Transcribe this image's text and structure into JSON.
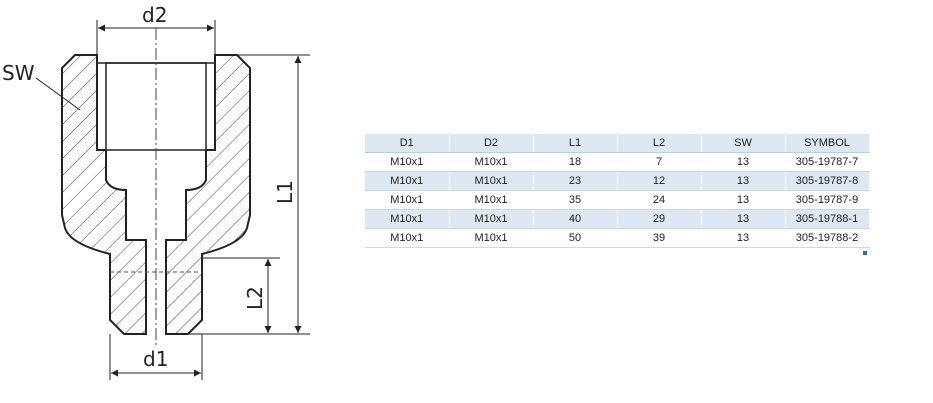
{
  "drawing": {
    "labels": {
      "d2": "d2",
      "sw": "SW",
      "l1": "L1",
      "l2": "L2",
      "d1": "d1"
    }
  },
  "table": {
    "headers": [
      "D1",
      "D2",
      "L1",
      "L2",
      "SW",
      "SYMBOL"
    ],
    "rows": [
      [
        "M10x1",
        "M10x1",
        "18",
        "7",
        "13",
        "305-19787-7"
      ],
      [
        "M10x1",
        "M10x1",
        "23",
        "12",
        "13",
        "305-19787-8"
      ],
      [
        "M10x1",
        "M10x1",
        "35",
        "24",
        "13",
        "305-19787-9"
      ],
      [
        "M10x1",
        "M10x1",
        "40",
        "29",
        "13",
        "305-19788-1"
      ],
      [
        "M10x1",
        "M10x1",
        "50",
        "39",
        "13",
        "305-19788-2"
      ]
    ]
  }
}
